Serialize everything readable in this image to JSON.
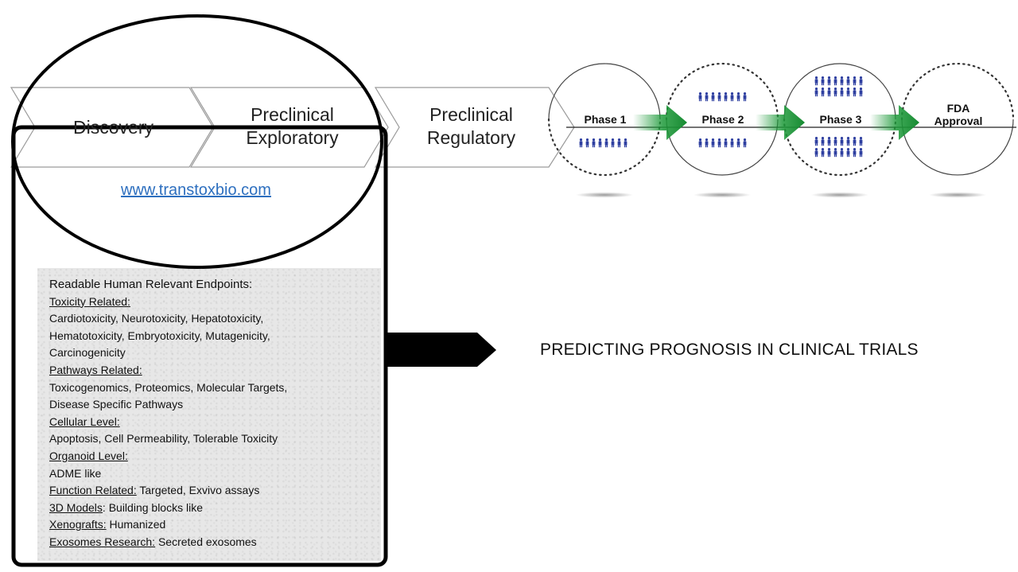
{
  "pipeline": {
    "stages": [
      {
        "label_line1": "Discovery",
        "label_line2": ""
      },
      {
        "label_line1": "Preclinical",
        "label_line2": "Exploratory"
      },
      {
        "label_line1": "Preclinical",
        "label_line2": "Regulatory"
      }
    ],
    "url": "www.transtoxbio.com"
  },
  "clinical": {
    "phases": [
      {
        "label": "Phase 1"
      },
      {
        "label": "Phase 2"
      },
      {
        "label": "Phase 3"
      }
    ],
    "approval_line1": "FDA",
    "approval_line2": "Approval",
    "arrow_color": "#1e9a3a",
    "people_color": "#2e3fa0"
  },
  "endpoints": {
    "heading": "Readable Human Relevant Endpoints:",
    "toxicity_label": "Toxicity Related:",
    "toxicity_line1": "Cardiotoxicity, Neurotoxicity, Hepatotoxicity,",
    "toxicity_line2": "Hematotoxicity, Embryotoxicity, Mutagenicity,",
    "toxicity_line3": "Carcinogenicity",
    "pathways_label": "Pathways Related:",
    "pathways_line1": "Toxicogenomics, Proteomics, Molecular Targets,",
    "pathways_line2": "Disease Specific Pathways",
    "cellular_label": "Cellular Level:",
    "cellular_line1": "Apoptosis, Cell Permeability, Tolerable Toxicity",
    "organoid_label": "Organoid Level:",
    "organoid_line1": "ADME like",
    "function_label": "Function Related:",
    "function_value": " Targeted, Exvivo assays",
    "models_label": "3D Models",
    "models_value": ": Building blocks like",
    "xeno_label": "Xenografts:",
    "xeno_value": " Humanized",
    "exo_label": "Exosomes Research:",
    "exo_value": " Secreted exosomes"
  },
  "result_text": "PREDICTING PROGNOSIS IN CLINICAL TRIALS"
}
